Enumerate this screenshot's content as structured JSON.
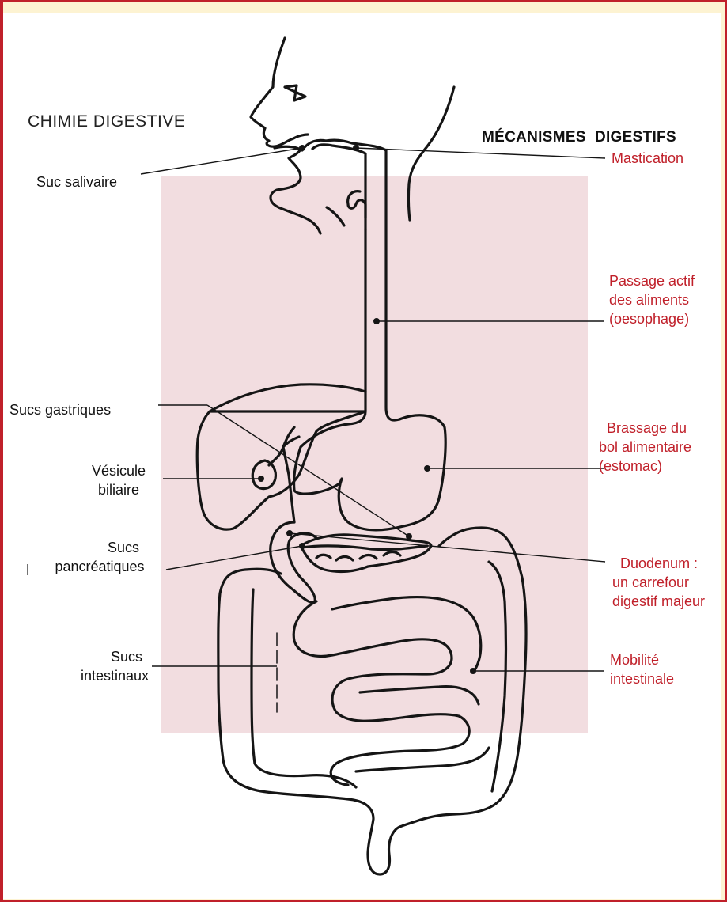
{
  "titles": {
    "left": "CHIMIE DIGESTIVE",
    "right": "MÉCANISMES  DIGESTIFS"
  },
  "left_labels": {
    "salivaire": "Suc salivaire",
    "gastriques": "Sucs gastriques",
    "vesicule_1": "Vésicule",
    "vesicule_2": "biliaire",
    "pancreatiques_1": "Sucs",
    "pancreatiques_2": "pancréatiques",
    "intestinaux_1": "Sucs",
    "intestinaux_2": "intestinaux"
  },
  "right_labels": {
    "mastication": "Mastication",
    "oesophage_1": "Passage actif",
    "oesophage_2": "des aliments",
    "oesophage_3": "(oesophage)",
    "estomac_1": "Brassage du",
    "estomac_2": "bol alimentaire",
    "estomac_3": "(estomac)",
    "duodenum_1": "Duodenum :",
    "duodenum_2": "un carrefour",
    "duodenum_3": "digestif majeur",
    "intestin_1": "Mobilité",
    "intestin_2": "intestinale"
  },
  "colors": {
    "frame": "#c0202a",
    "background": "#fdf3d2",
    "panel": "#f2dde0",
    "right_label_text": "#c0202a"
  }
}
